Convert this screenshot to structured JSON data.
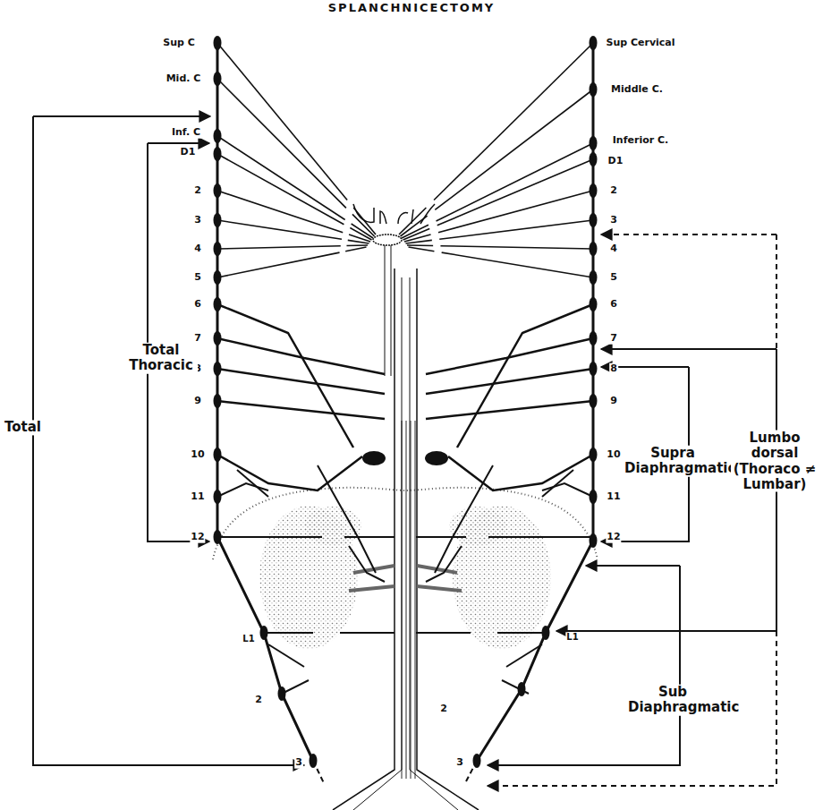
{
  "diagram": {
    "title": "SPLANCHNICECTOMY",
    "labels": [
      "Sup C",
      "Sup Cervical",
      "Mid. C",
      "Middle C.",
      "Inf. C",
      "Inferior C.",
      "D1",
      "D1",
      "2",
      "3",
      "4",
      "5",
      "6",
      "7",
      "8",
      "9",
      "10",
      "11",
      "12",
      "2",
      "3",
      "4",
      "5",
      "6",
      "7",
      "8",
      "9",
      "10",
      "11",
      "12",
      "Total Thoracic",
      "Total",
      "Supra Diaphragmatic",
      "Lumbo dorsal (Thoraco ≠ Lumbar)",
      "L1",
      "L1",
      "Sub Diaphragmatic",
      "2",
      "2",
      "3",
      "3"
    ]
  }
}
